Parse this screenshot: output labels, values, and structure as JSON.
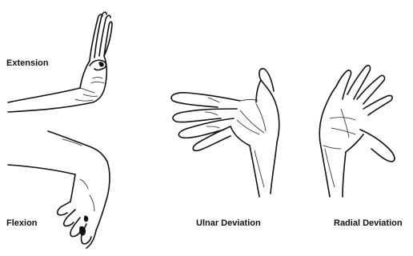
{
  "labels": {
    "extension": "Extension",
    "flexion": "Flexion",
    "ulnar_deviation": "Ulnar Deviation",
    "radial_deviation": "Radial Deviation"
  },
  "illustrations": [
    {
      "id": "extension",
      "label_ref": "labels.extension"
    },
    {
      "id": "flexion",
      "label_ref": "labels.flexion"
    },
    {
      "id": "ulnar_deviation",
      "label_ref": "labels.ulnar_deviation"
    },
    {
      "id": "radial_deviation",
      "label_ref": "labels.radial_deviation"
    }
  ],
  "colors": {
    "ink": "#111111",
    "background": "#ffffff"
  }
}
